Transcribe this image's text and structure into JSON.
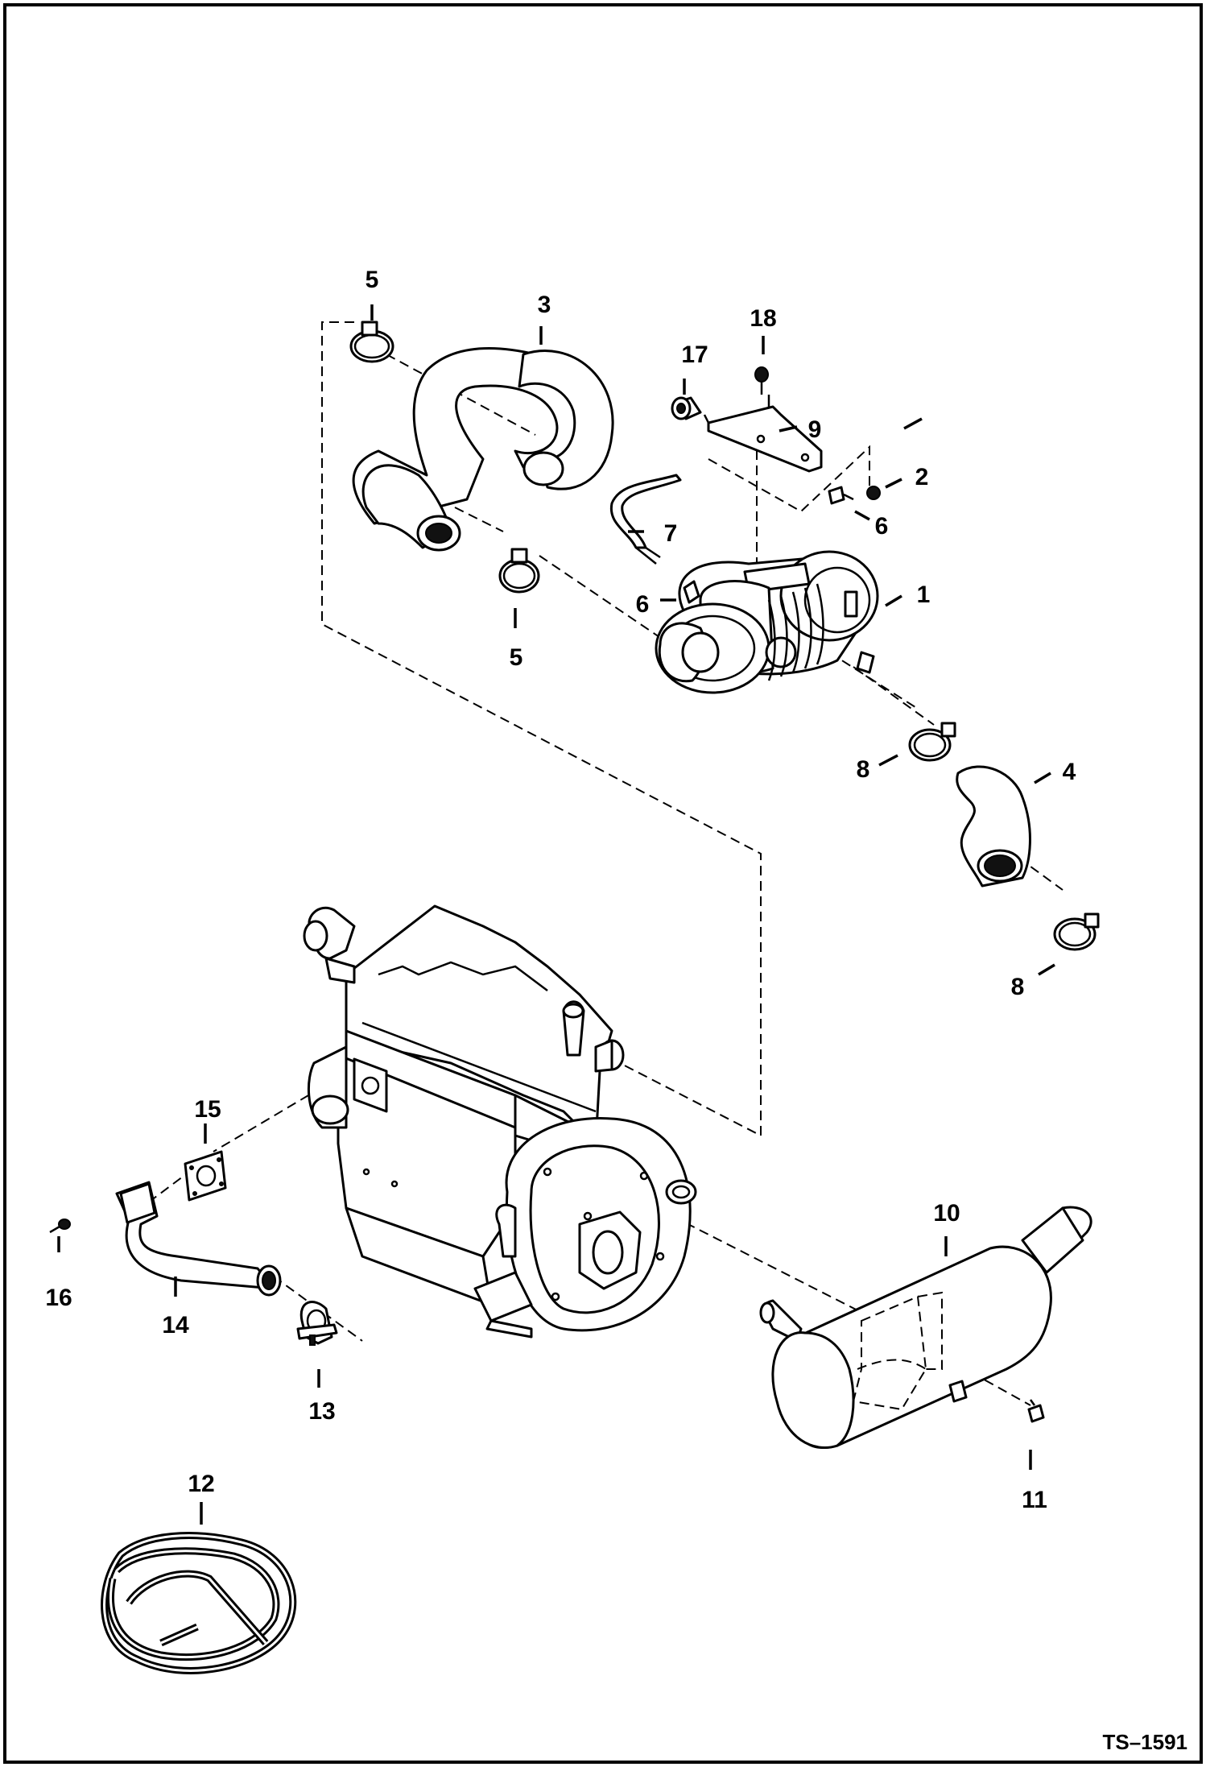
{
  "drawing_number": "TS–1591",
  "callouts": [
    {
      "id": "c1",
      "text": "1"
    },
    {
      "id": "c2",
      "text": "2"
    },
    {
      "id": "c3",
      "text": "3"
    },
    {
      "id": "c4",
      "text": "4"
    },
    {
      "id": "c5a",
      "text": "5"
    },
    {
      "id": "c5b",
      "text": "5"
    },
    {
      "id": "c6a",
      "text": "6"
    },
    {
      "id": "c6b",
      "text": "6"
    },
    {
      "id": "c7",
      "text": "7"
    },
    {
      "id": "c8a",
      "text": "8"
    },
    {
      "id": "c8b",
      "text": "8"
    },
    {
      "id": "c9",
      "text": "9"
    },
    {
      "id": "c10",
      "text": "10"
    },
    {
      "id": "c11",
      "text": "11"
    },
    {
      "id": "c12",
      "text": "12"
    },
    {
      "id": "c13",
      "text": "13"
    },
    {
      "id": "c14",
      "text": "14"
    },
    {
      "id": "c15",
      "text": "15"
    },
    {
      "id": "c16",
      "text": "16"
    },
    {
      "id": "c17",
      "text": "17"
    },
    {
      "id": "c18",
      "text": "18"
    }
  ]
}
